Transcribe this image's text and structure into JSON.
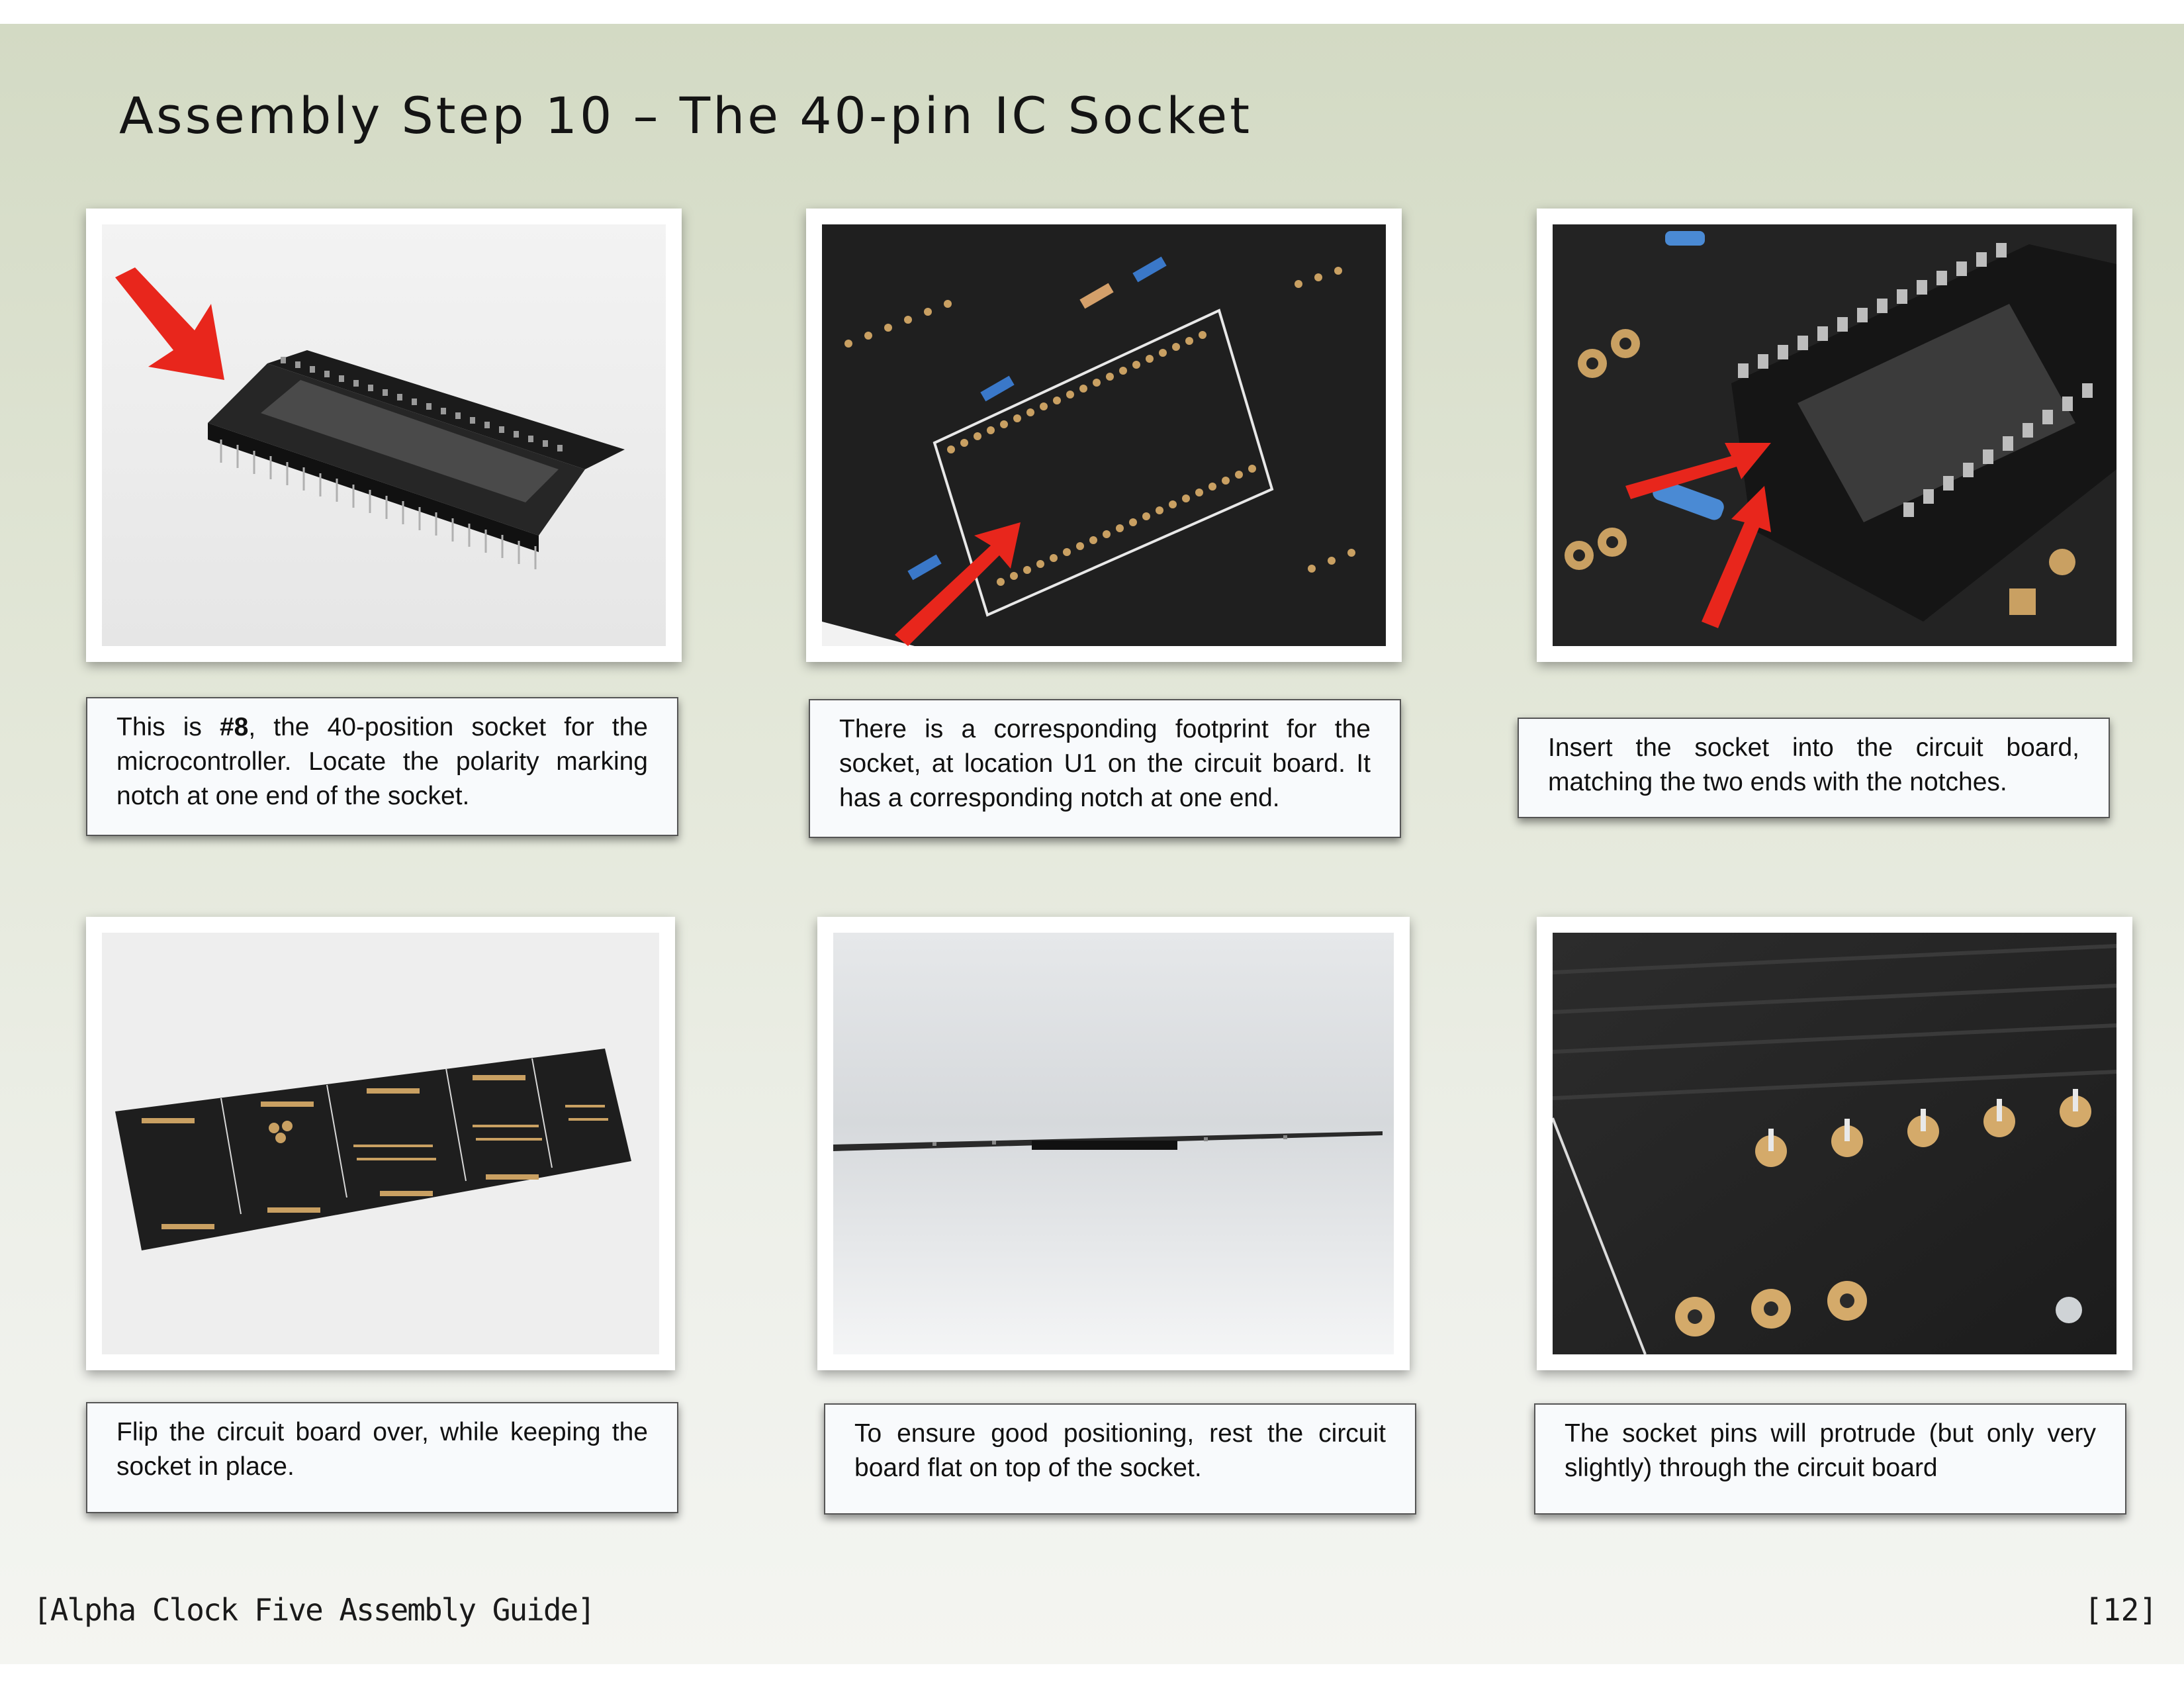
{
  "page": {
    "title": "Assembly Step 10 – The 40-pin IC Socket",
    "footer_left": "[Alpha Clock Five Assembly Guide]",
    "footer_right": "[12]"
  },
  "steps": [
    {
      "caption_before": "This is ",
      "caption_bold": "#8",
      "caption_after": ", the 40-position socket for the microcontroller. Locate the polarity marking notch at one end of the socket.",
      "photo_icon": "ic-socket-photo"
    },
    {
      "caption": "There is a corresponding footprint for the socket, at location U1 on the circuit board. It has a corresponding notch at one end.",
      "photo_icon": "pcb-footprint-photo"
    },
    {
      "caption": "Insert the socket into the circuit board, matching the two ends with the notches.",
      "photo_icon": "socket-inserted-photo"
    },
    {
      "caption": "Flip the circuit board over, while keeping the socket in place.",
      "photo_icon": "pcb-flipped-photo"
    },
    {
      "caption": "To ensure good positioning, rest the circuit board flat on top of the socket.",
      "photo_icon": "pcb-side-view-photo"
    },
    {
      "caption": "The socket pins will protrude (but only very slightly) through the circuit board",
      "photo_icon": "pins-protruding-photo"
    }
  ],
  "colors": {
    "arrow": "#e8261c",
    "pcb": "#1f1f1f",
    "silkscreen": "#e8e8e8",
    "pad": "#c9a062"
  }
}
